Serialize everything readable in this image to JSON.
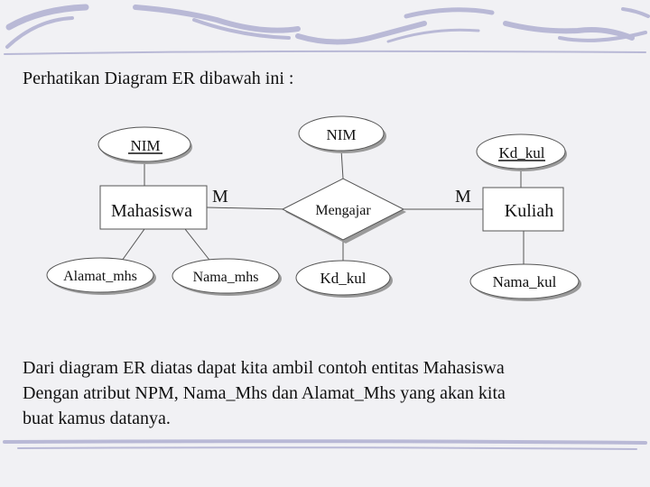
{
  "slide": {
    "heading": "Perhatikan Diagram ER dibawah ini :",
    "paragraph": [
      "Dari diagram ER diatas dapat kita ambil contoh entitas Mahasiswa",
      "Dengan atribut NPM, Nama_Mhs dan Alamat_Mhs yang akan kita",
      "buat kamus datanya."
    ]
  },
  "diagram": {
    "entities": {
      "mahasiswa": "Mahasiswa",
      "kuliah": "Kuliah"
    },
    "relationship": "Mengajar",
    "attributes": {
      "mahasiswa_key": "NIM",
      "mahasiswa_alamat": "Alamat_mhs",
      "mahasiswa_nama": "Nama_mhs",
      "relation_nim": "NIM",
      "relation_kd": "Kd_kul",
      "kuliah_key": "Kd_kul",
      "kuliah_nama": "Nama_kul"
    },
    "cardinality": {
      "left": "M",
      "right": "M"
    }
  },
  "colors": {
    "background": "#f1f1f4",
    "decoration": "#b9b9d6",
    "line": "#555555"
  }
}
